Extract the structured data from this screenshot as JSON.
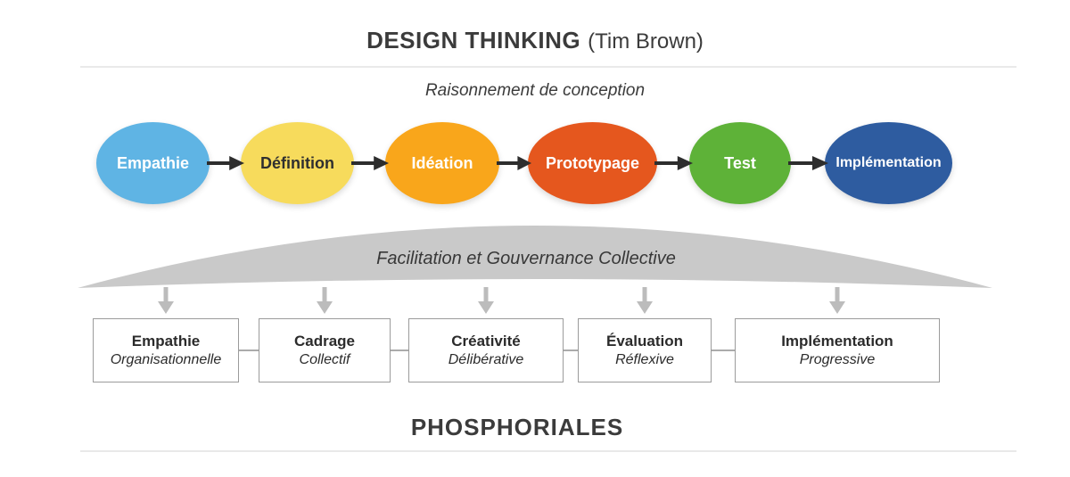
{
  "header": {
    "title": "DESIGN THINKING",
    "author": "(Tim Brown)",
    "caption": "Raisonnement de conception"
  },
  "flow": {
    "arrow_color": "#2D2D2D",
    "stages": [
      {
        "label": "Empathie",
        "fill": "#5FB4E4",
        "text": "#FFFFFF"
      },
      {
        "label": "Définition",
        "fill": "#F7DB5C",
        "text": "#2F2F2F"
      },
      {
        "label": "Idéation",
        "fill": "#F9A61B",
        "text": "#FFFFFF"
      },
      {
        "label": "Prototypage",
        "fill": "#E5571E",
        "text": "#FFFFFF"
      },
      {
        "label": "Test",
        "fill": "#5EB238",
        "text": "#FFFFFF"
      },
      {
        "label": "Implémentation",
        "fill": "#2E5CA0",
        "text": "#FFFFFF"
      }
    ]
  },
  "governance": {
    "label": "Facilitation et Gouvernance Collective",
    "arc_color": "#C9C9C9",
    "arrow_color": "#BCBCBC"
  },
  "principles": [
    {
      "title": "Empathie",
      "subtitle": "Organisationnelle"
    },
    {
      "title": "Cadrage",
      "subtitle": "Collectif"
    },
    {
      "title": "Créativité",
      "subtitle": "Délibérative"
    },
    {
      "title": "Évaluation",
      "subtitle": "Réflexive"
    },
    {
      "title": "Implémentation",
      "subtitle": "Progressive"
    }
  ],
  "footer": {
    "title": "PHOSPHORIALES"
  }
}
